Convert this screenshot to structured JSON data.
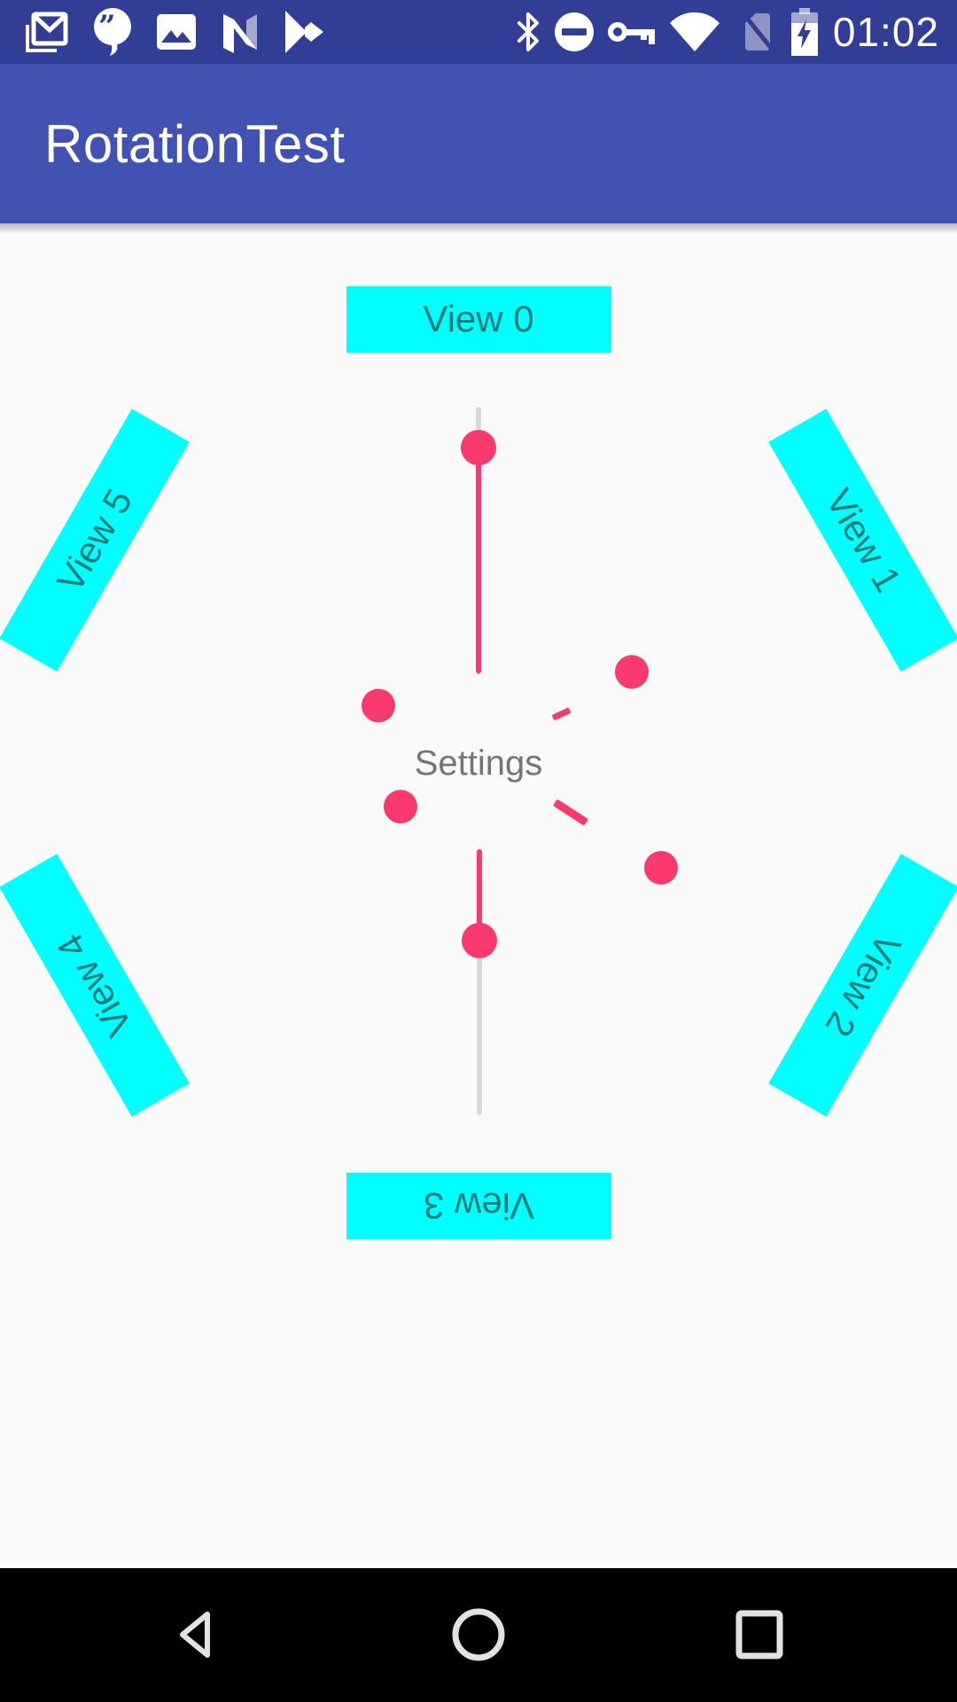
{
  "status_bar": {
    "time": "01:02",
    "bg_color": "#323D96",
    "left_icons": [
      "gmail-icon",
      "hangouts-icon",
      "photos-icon",
      "android-n-icon",
      "play-store-icon"
    ],
    "right_icons": [
      "bluetooth-icon",
      "do-not-disturb-icon",
      "key-icon",
      "wifi-icon",
      "no-sim-icon",
      "battery-charging-icon"
    ]
  },
  "app_bar": {
    "title": "RotationTest",
    "bg_color": "#4252B2",
    "text_color": "#FFFFFF"
  },
  "content": {
    "bg_color": "#FAFAFA",
    "accent_pink": "#FA3A6E",
    "track_gray": "#D9D9D9",
    "button_bg": "#00FFFF",
    "button_text_color": "#0F7C7C",
    "settings_label": "Settings",
    "view_buttons": [
      {
        "label": "View 0",
        "rotation_deg": 0
      },
      {
        "label": "View 1",
        "rotation_deg": 60
      },
      {
        "label": "View 2",
        "rotation_deg": 120
      },
      {
        "label": "View 3",
        "rotation_deg": 180
      },
      {
        "label": "View 4",
        "rotation_deg": 240
      },
      {
        "label": "View 5",
        "rotation_deg": 300
      }
    ]
  },
  "nav_bar": {
    "bg_color": "#000000",
    "icons": [
      "back-icon",
      "home-icon",
      "recents-icon"
    ]
  }
}
